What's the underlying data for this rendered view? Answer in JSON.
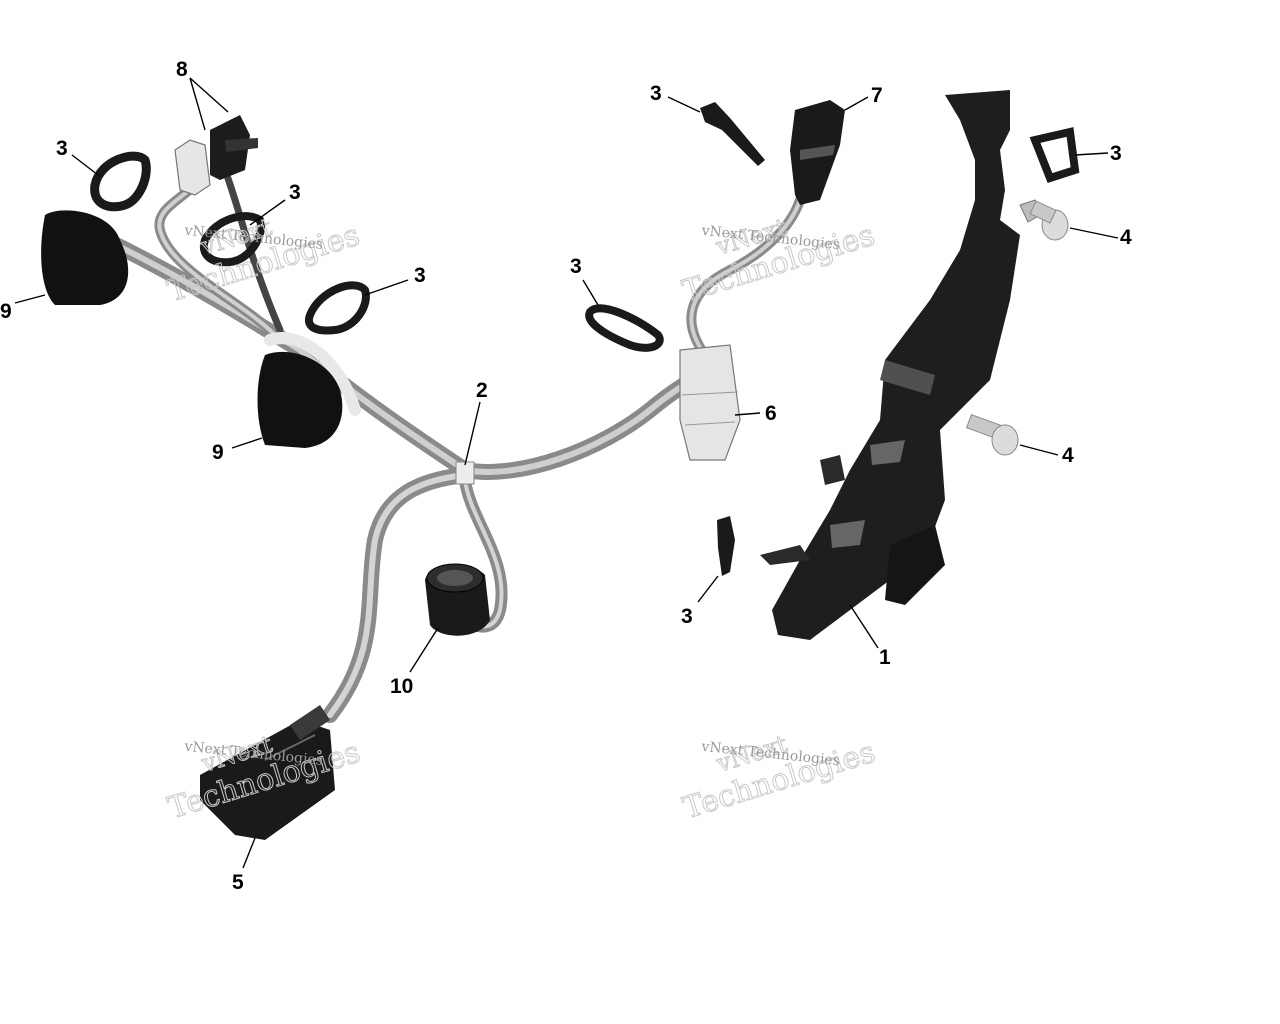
{
  "callouts": {
    "c8": "8",
    "c3_top_left": "3",
    "c3_mid_left": "3",
    "c3_mid": "3",
    "c3_center": "3",
    "c3_top_center": "3",
    "c7": "7",
    "c3_top_right": "3",
    "c4_top": "4",
    "c9_left": "9",
    "c9_mid": "9",
    "c2": "2",
    "c6": "6",
    "c4_mid": "4",
    "c3_bottom": "3",
    "c1": "1",
    "c10": "10",
    "c5": "5"
  },
  "watermark": {
    "line1": "vNext",
    "line2": "Technologies",
    "small": "vNext Technologies"
  },
  "colors": {
    "part_dark": "#1a1a1a",
    "harness": "#a8a8a8",
    "harness_light": "#d6d6d6",
    "connector_white": "#e4e4e4"
  }
}
